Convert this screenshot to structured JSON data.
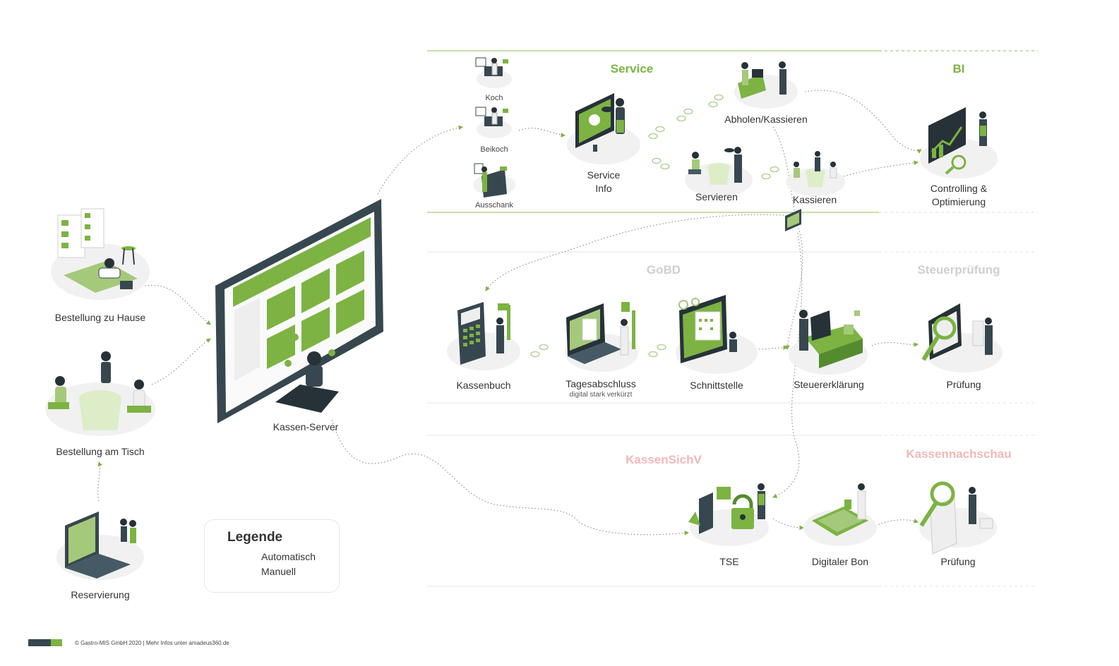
{
  "sections": {
    "service": "Service",
    "bi": "BI",
    "gobd": "GoBD",
    "steuerpruefung": "Steuerprüfung",
    "kassensichv": "KassenSichV",
    "kassennachschau": "Kassennachschau"
  },
  "nodes": {
    "bestellung_zu_hause": "Bestellung zu Hause",
    "bestellung_am_tisch": "Bestellung am Tisch",
    "reservierung": "Reservierung",
    "kassen_server": "Kassen-Server",
    "koch": "Koch",
    "beikoch": "Beikoch",
    "ausschank": "Ausschank",
    "service_info_1": "Service",
    "service_info_2": "Info",
    "abholen_kassieren": "Abholen/Kassieren",
    "servieren": "Servieren",
    "kassieren": "Kassieren",
    "controlling_1": "Controlling &",
    "controlling_2": "Optimierung",
    "kassenbuch": "Kassenbuch",
    "tagesabschluss": "Tagesabschluss",
    "tagesabschluss_sub": "digital stark verkürzt",
    "schnittstelle": "Schnittstelle",
    "steuererklaerung": "Steuererklärung",
    "pruefung_1": "Prüfung",
    "tse": "TSE",
    "digitaler_bon": "Digitaler Bon",
    "pruefung_2": "Prüfung"
  },
  "legend": {
    "title": "Legende",
    "automatisch": "Automatisch",
    "manuell": "Manuell"
  },
  "footer": {
    "logo": "Gastro MIS",
    "copyright": "© Gastro-MIS GmbH 2020 | Mehr Infos unter amadeus360.de"
  },
  "colors": {
    "green": "#7cb342",
    "dark": "#37474f",
    "grey_title": "#cfcfcf",
    "pink_title": "#f3b7b7",
    "line": "#a5c97a"
  }
}
